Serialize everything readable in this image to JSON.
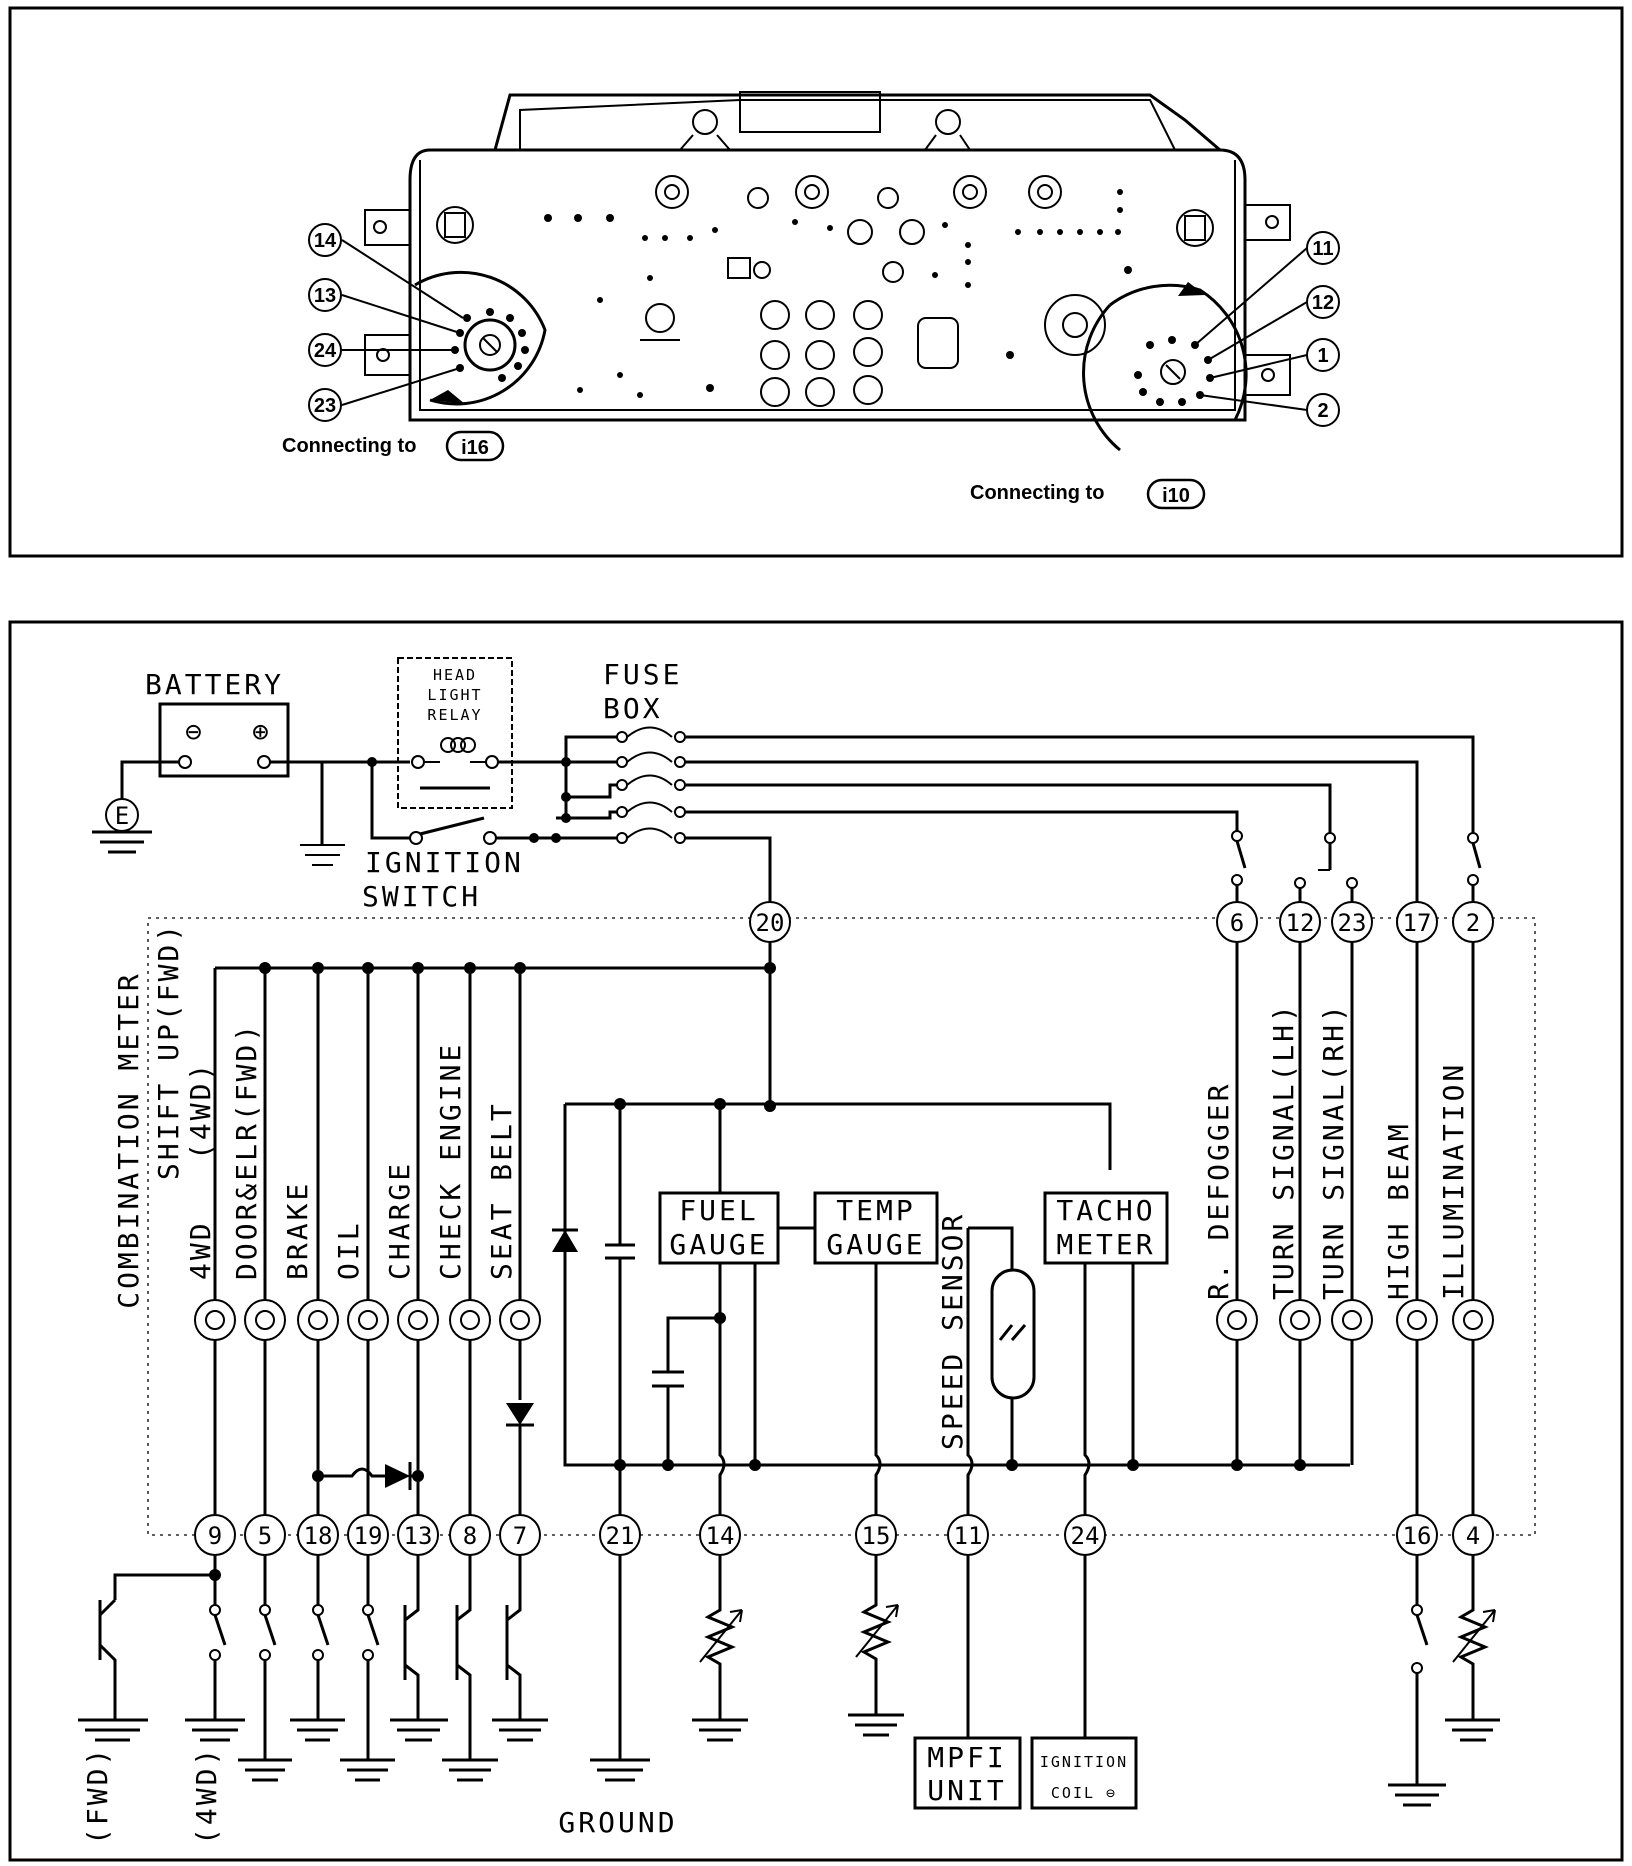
{
  "top_panel": {
    "connector_left_label": "Connecting to",
    "connector_left_id": "i16",
    "connector_right_label": "Connecting to",
    "connector_right_id": "i10",
    "left_pins": [
      "14",
      "13",
      "24",
      "23"
    ],
    "right_pins": [
      "11",
      "12",
      "1",
      "2"
    ]
  },
  "schematic": {
    "battery": "BATTERY",
    "battery_neg": "⊖",
    "battery_pos": "⊕",
    "earth": "E",
    "relay_lines": [
      "HEAD",
      "LIGHT",
      "RELAY"
    ],
    "fuse_box_lines": [
      "FUSE",
      "BOX"
    ],
    "ignition_lines": [
      "IGNITION",
      "SWITCH"
    ],
    "combination_meter": "COMBINATION METER",
    "top_terminals": [
      "20",
      "6",
      "12",
      "23",
      "17",
      "2"
    ],
    "lamp_labels": {
      "shift_up": [
        "SHIFT UP(FWD)",
        "(4WD)"
      ],
      "four_wd": "4WD",
      "door": "DOOR&ELR(FWD)",
      "brake": "BRAKE",
      "oil": "OIL",
      "charge": "CHARGE",
      "check_engine": "CHECK ENGINE",
      "seat_belt": "SEAT BELT",
      "r_defogger": "R. DEFOGGER",
      "turn_lh": "TURN SIGNAL(LH)",
      "turn_rh": "TURN SIGNAL(RH)",
      "high_beam": "HIGH BEAM",
      "illumination": "ILLUMINATION"
    },
    "gauges": {
      "fuel": [
        "FUEL",
        "GAUGE"
      ],
      "temp": [
        "TEMP",
        "GAUGE"
      ],
      "tacho": [
        "TACHO",
        "METER"
      ],
      "speed_sensor": "SPEED SENSOR"
    },
    "bottom_terminals": [
      "9",
      "5",
      "18",
      "19",
      "13",
      "8",
      "7",
      "21",
      "14",
      "15",
      "11",
      "24",
      "16",
      "4"
    ],
    "mpfi_unit": [
      "MPFI",
      "UNIT"
    ],
    "ignition_coil": [
      "IGNITION",
      "COIL ⊖"
    ],
    "ground": "GROUND",
    "fwd_label": "(FWD)",
    "four_wd_label": "(4WD)"
  }
}
